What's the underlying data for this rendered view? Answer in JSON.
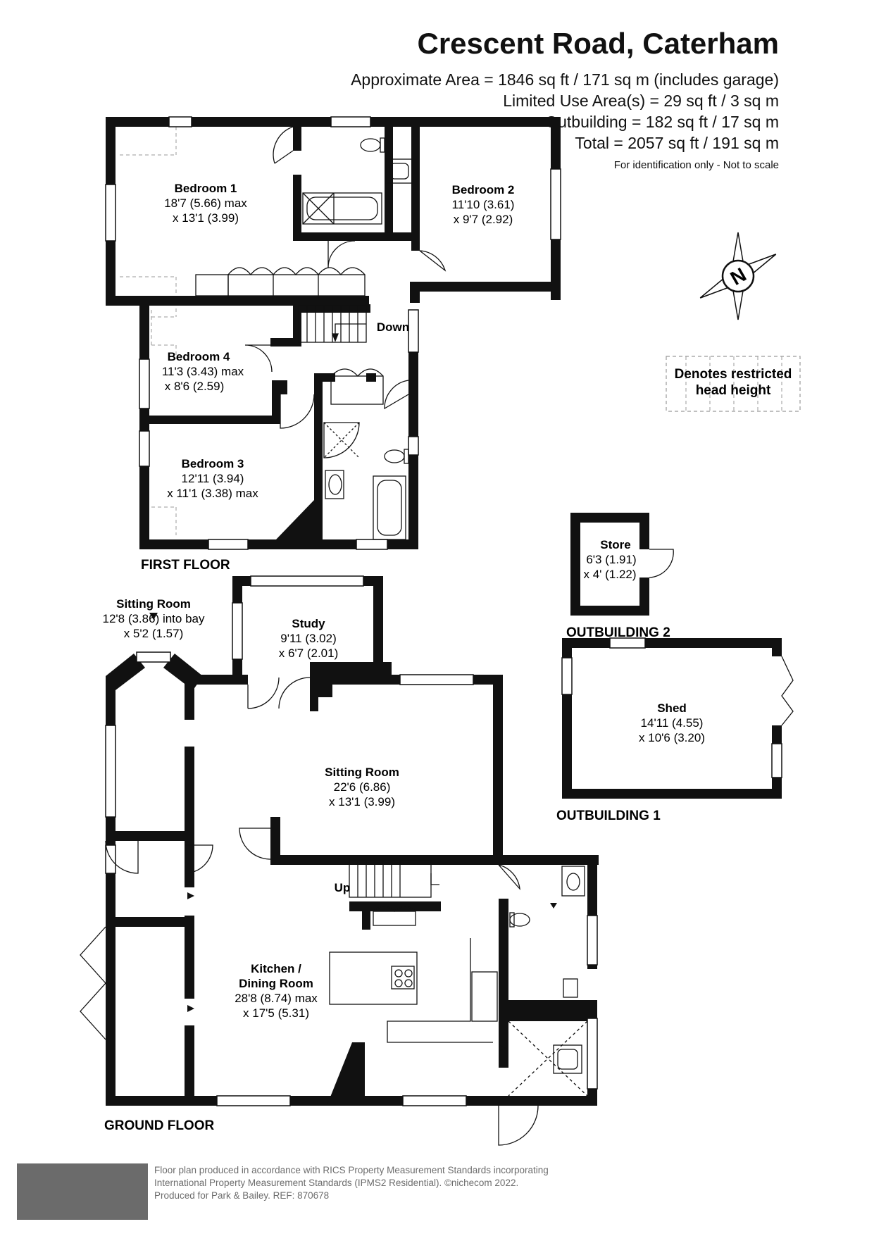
{
  "header": {
    "title": "Crescent Road, Caterham",
    "areas": [
      "Approximate Area = 1846 sq ft / 171 sq m (includes garage)",
      "Limited Use Area(s) = 29 sq ft / 3 sq m",
      "Outbuilding = 182 sq ft / 17 sq m",
      "Total = 2057 sq ft / 191 sq m"
    ],
    "note": "For identification only - Not to scale"
  },
  "compass": {
    "letter": "N",
    "icon": "compass-icon"
  },
  "legend": {
    "line1": "Denotes restricted",
    "line2": "head height"
  },
  "floors": {
    "first": {
      "label": "FIRST FLOOR",
      "rooms": [
        {
          "name": "Bedroom 1",
          "dim1": "18'7 (5.66) max",
          "dim2": "x 13'1 (3.99)"
        },
        {
          "name": "Bedroom 2",
          "dim1": "11'10 (3.61)",
          "dim2": "x 9'7 (2.92)"
        },
        {
          "name": "Bedroom 4",
          "dim1": "11'3 (3.43) max",
          "dim2": "x 8'6 (2.59)"
        },
        {
          "name": "Bedroom 3",
          "dim1": "12'11 (3.94)",
          "dim2": "x 11'1 (3.38) max"
        }
      ],
      "stairs_label": "Down"
    },
    "ground": {
      "label": "GROUND FLOOR",
      "rooms": [
        {
          "name": "Sitting Room",
          "dim1": "12'8 (3.86) into bay",
          "dim2": "x 5'2 (1.57)"
        },
        {
          "name": "Study",
          "dim1": "9'11 (3.02)",
          "dim2": "x 6'7 (2.01)"
        },
        {
          "name": "Sitting Room",
          "dim1": "22'6 (6.86)",
          "dim2": "x 13'1 (3.99)"
        },
        {
          "name1": "Kitchen /",
          "name2": "Dining Room",
          "dim1": "28'8 (8.74) max",
          "dim2": "x 17'5 (5.31)"
        }
      ],
      "stairs_label": "Up"
    },
    "outbuilding2": {
      "label": "OUTBUILDING 2",
      "room": {
        "name": "Store",
        "dim1": "6'3 (1.91)",
        "dim2": "x 4' (1.22)"
      }
    },
    "outbuilding1": {
      "label": "OUTBUILDING 1",
      "room": {
        "name": "Shed",
        "dim1": "14'11 (4.55)",
        "dim2": "x 10'6 (3.20)"
      }
    }
  },
  "footer": {
    "line1": "Floor plan produced in accordance with RICS Property Measurement Standards incorporating",
    "line2": "International Property Measurement Standards (IPMS2 Residential).  ©nichecom 2022.",
    "line3": "Produced for Park & Bailey.  REF: 870678"
  },
  "colors": {
    "wall": "#111111",
    "footer_box": "#6b6b6b",
    "footer_text": "#6d6d6d",
    "restricted_hatch": "#9a9a9a"
  }
}
